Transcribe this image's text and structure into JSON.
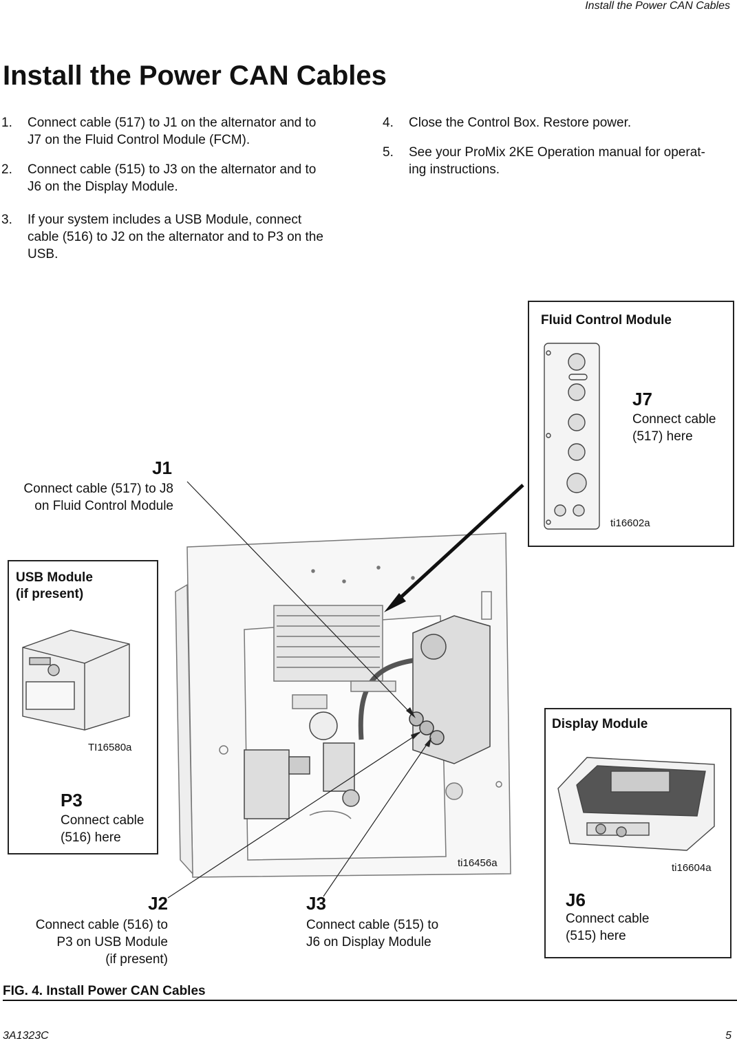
{
  "header": {
    "running_title": "Install the Power CAN Cables"
  },
  "title": "Install the Power CAN Cables",
  "steps": [
    {
      "num": "1.",
      "lines": [
        "Connect cable (517) to J1 on the alternator and to",
        "J7 on the Fluid Control Module (FCM)."
      ]
    },
    {
      "num": "2.",
      "lines": [
        "Connect cable (515) to J3 on the alternator and to",
        "J6 on the Display Module."
      ]
    },
    {
      "num": "3.",
      "lines": [
        "If your system includes a USB Module, connect",
        "cable (516) to J2 on the alternator and to P3 on the",
        "USB."
      ]
    },
    {
      "num": "4.",
      "lines": [
        "Close the Control Box. Restore power."
      ]
    },
    {
      "num": "5.",
      "lines": [
        "See your ProMix 2KE Operation manual for operat-",
        "ing instructions."
      ]
    }
  ],
  "figure": {
    "fcm": {
      "title": "Fluid Control Module",
      "label": "J7",
      "note": [
        "Connect cable",
        "(517) here"
      ],
      "ref": "ti16602a"
    },
    "j1": {
      "label": "J1",
      "note": [
        "Connect cable (517) to J8",
        "on Fluid Control Module"
      ]
    },
    "usb": {
      "title": [
        "USB Module",
        "(if present)"
      ],
      "ref": "TI16580a",
      "label": "P3",
      "note": [
        "Connect cable",
        "(516) here"
      ]
    },
    "display": {
      "title": "Display Module",
      "ref": "ti16604a",
      "label": "J6",
      "note": [
        "Connect cable",
        "(515) here"
      ]
    },
    "main_ref": "ti16456a",
    "j2": {
      "label": "J2",
      "note": [
        "Connect cable (516) to",
        "P3 on USB Module",
        "(if present)"
      ]
    },
    "j3": {
      "label": "J3",
      "note": [
        "Connect cable (515) to",
        "J6 on Display Module"
      ]
    },
    "caption_prefix": "FIG. 4.",
    "caption": "Install Power CAN Cables"
  },
  "footer": {
    "doc_number": "3A1323C",
    "page": "5"
  }
}
